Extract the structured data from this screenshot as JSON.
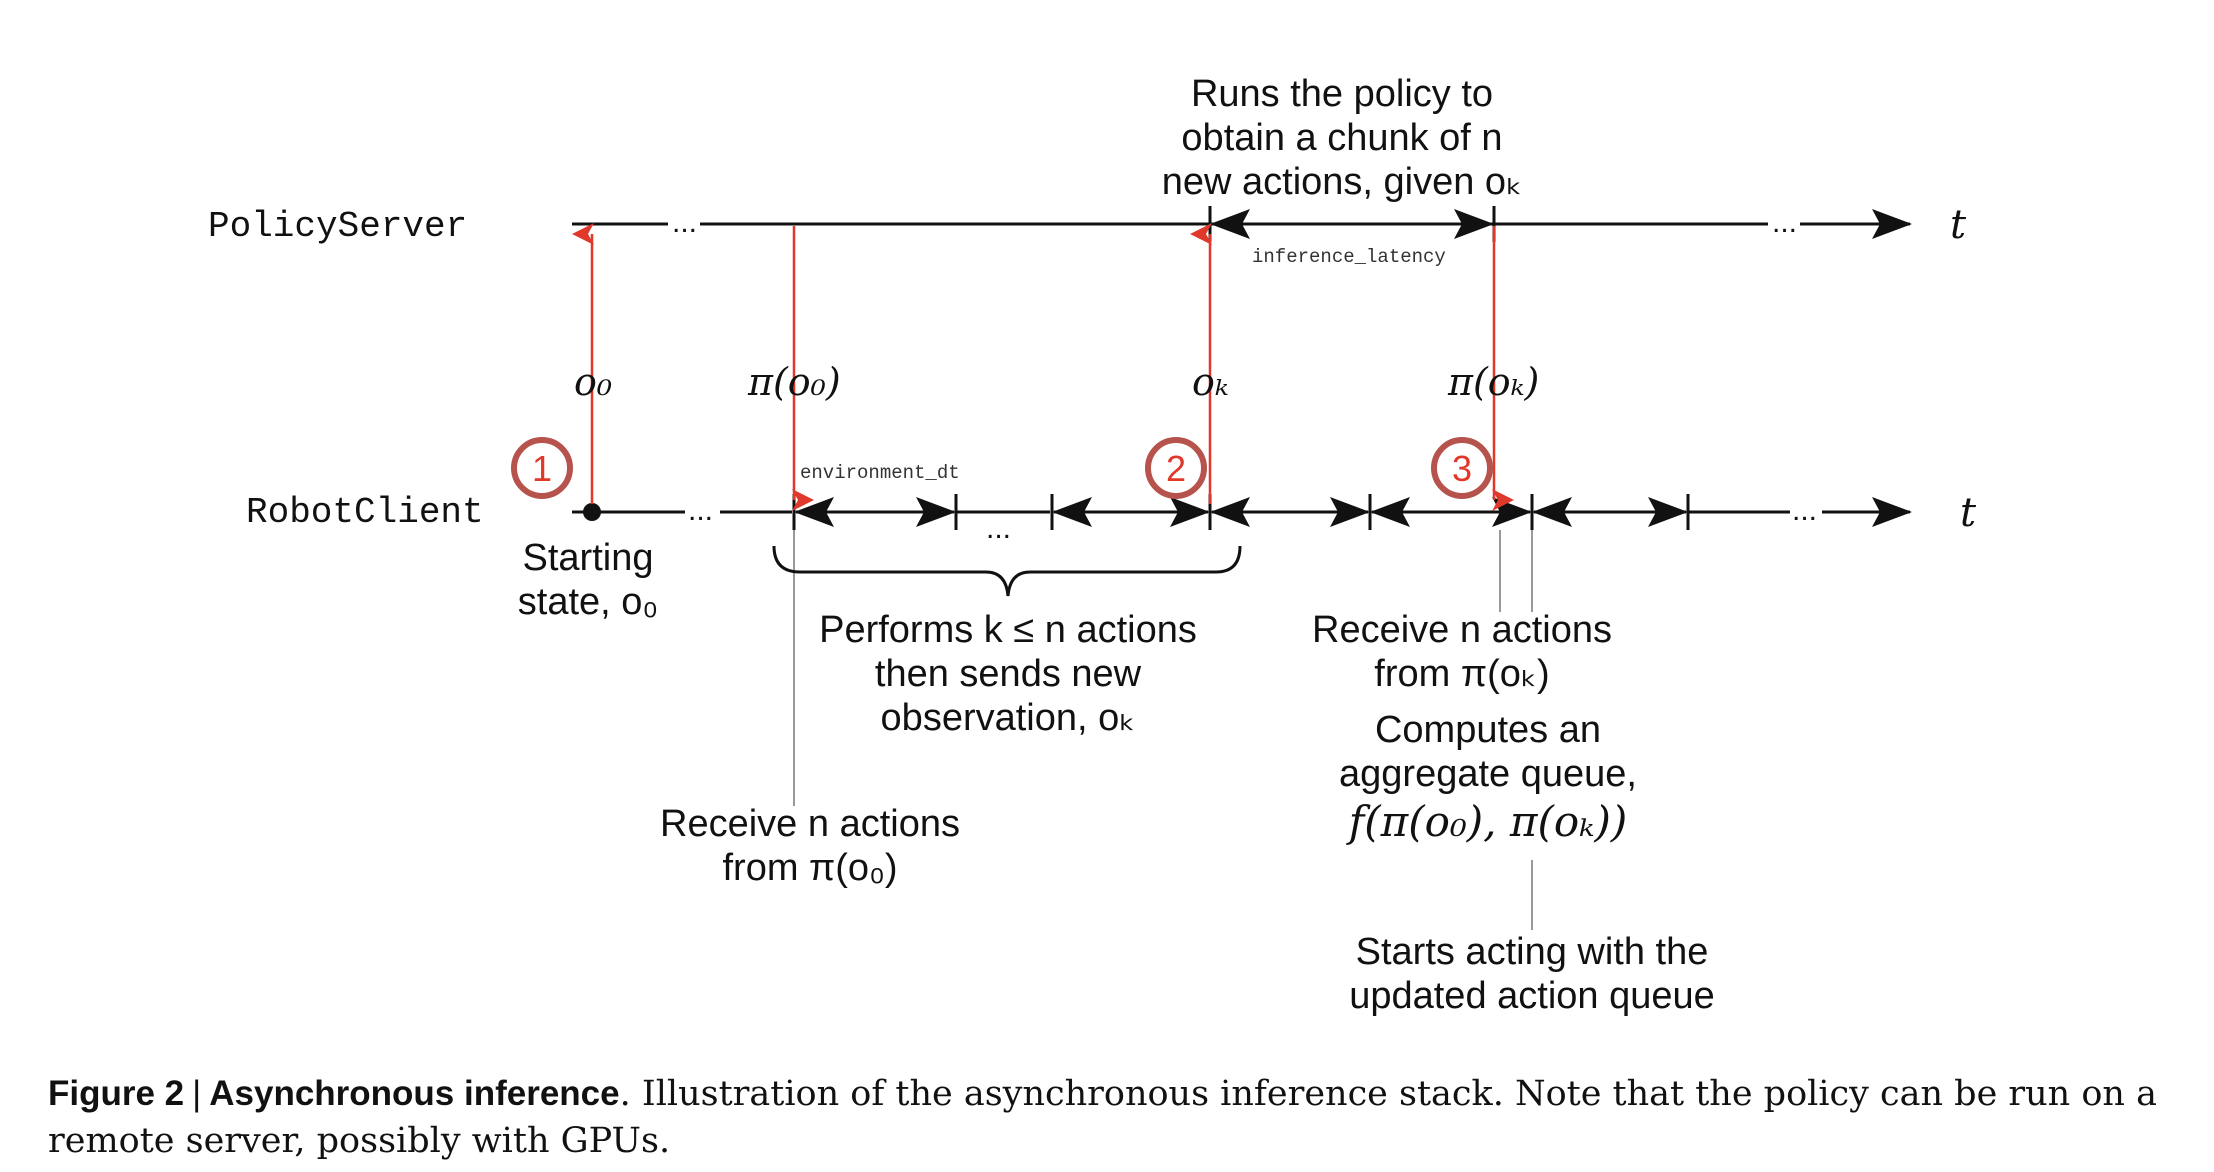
{
  "lanes": {
    "server": "PolicyServer",
    "client": "RobotClient",
    "time_symbol": "t"
  },
  "labels": {
    "o0": "o₀",
    "pi_o0": "π(o₀)",
    "ok": "oₖ",
    "pi_ok": "π(oₖ)",
    "inference_latency": "inference_latency",
    "environment_dt": "environment_dt",
    "ellipsis": "...",
    "mid_ellipsis": "..."
  },
  "markers": [
    "1",
    "2",
    "3"
  ],
  "annotations": {
    "runs_policy": [
      "Runs the policy to",
      "obtain a chunk of n",
      "new actions, given oₖ"
    ],
    "starting_state": [
      "Starting",
      "state, o₀"
    ],
    "performs": [
      "Performs k ≤ n actions",
      "then sends new",
      "observation, oₖ"
    ],
    "receive_o0": [
      "Receive n actions",
      "from π(o₀)"
    ],
    "receive_ok": [
      "Receive n actions",
      "from π(oₖ)"
    ],
    "computes": [
      "Computes an",
      "aggregate queue,",
      "f(π(o₀), π(oₖ))"
    ],
    "starts_acting": [
      "Starts acting with the",
      "updated action queue"
    ]
  },
  "caption": {
    "figure_label": "Figure 2",
    "separator": "|",
    "title": "Asynchronous inference",
    "text": ". Illustration of the asynchronous inference stack. Note that the policy can be run on a remote server, possibly with GPUs."
  },
  "colors": {
    "arrow_red": "#e0392b",
    "marker_ring": "#b5534c",
    "line": "#111111",
    "guide_gray": "#9a9a9a"
  }
}
